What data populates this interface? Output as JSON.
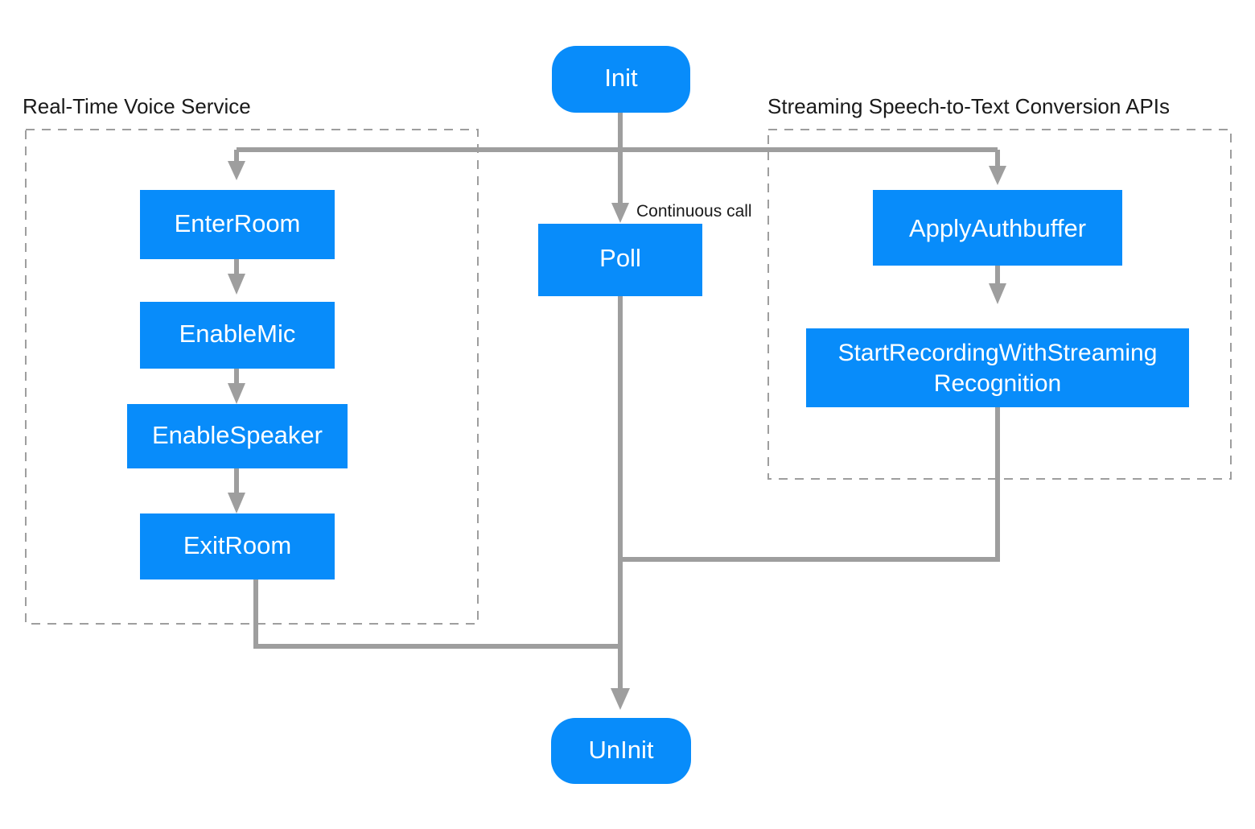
{
  "diagram": {
    "type": "flowchart",
    "background_color": "#ffffff",
    "node_fill_color": "#088cfa",
    "node_text_color": "#ffffff",
    "edge_color": "#9e9e9e",
    "group_border_color": "#9e9e9e",
    "title_text_color": "#1a1a1a"
  },
  "groups": [
    {
      "id": "real-time-voice-service",
      "title": "Real-Time Voice Service"
    },
    {
      "id": "streaming-speech-to-text",
      "title": "Streaming Speech-to-Text Conversion APIs"
    }
  ],
  "nodes": [
    {
      "id": "init",
      "label": "Init",
      "shape": "rounded-pill"
    },
    {
      "id": "enter-room",
      "label": "EnterRoom",
      "shape": "rect"
    },
    {
      "id": "enable-mic",
      "label": "EnableMic",
      "shape": "rect"
    },
    {
      "id": "enable-speaker",
      "label": "EnableSpeaker",
      "shape": "rect"
    },
    {
      "id": "exit-room",
      "label": "ExitRoom",
      "shape": "rect"
    },
    {
      "id": "poll",
      "label": "Poll",
      "shape": "rect"
    },
    {
      "id": "apply-authbuffer",
      "label": "ApplyAuthbuffer",
      "shape": "rect"
    },
    {
      "id": "start-recording-with-streaming-recognition",
      "label": "StartRecordingWithStreamingRecognition",
      "label_line_1": "StartRecordingWithStreaming",
      "label_line_2": "Recognition",
      "shape": "rect"
    },
    {
      "id": "uninit",
      "label": "UnInit",
      "shape": "rounded-pill"
    }
  ],
  "edges": [
    {
      "id": "init-to-enter-room",
      "from": "init",
      "to": "enter-room",
      "label": ""
    },
    {
      "id": "init-to-poll",
      "from": "init",
      "to": "poll",
      "label": "Continuous call"
    },
    {
      "id": "init-to-apply-authbuffer",
      "from": "init",
      "to": "apply-authbuffer",
      "label": ""
    },
    {
      "id": "enter-room-to-enable-mic",
      "from": "enter-room",
      "to": "enable-mic",
      "label": ""
    },
    {
      "id": "enable-mic-to-enable-speaker",
      "from": "enable-mic",
      "to": "enable-speaker",
      "label": ""
    },
    {
      "id": "enable-speaker-to-exit-room",
      "from": "enable-speaker",
      "to": "exit-room",
      "label": ""
    },
    {
      "id": "apply-authbuffer-to-start-recording",
      "from": "apply-authbuffer",
      "to": "start-recording-with-streaming-recognition",
      "label": ""
    },
    {
      "id": "exit-room-to-uninit",
      "from": "exit-room",
      "to": "uninit",
      "label": ""
    },
    {
      "id": "poll-to-uninit",
      "from": "poll",
      "to": "uninit",
      "label": ""
    },
    {
      "id": "start-recording-to-uninit",
      "from": "start-recording-with-streaming-recognition",
      "to": "uninit",
      "label": ""
    }
  ],
  "edge_labels": {
    "continuous_call": "Continuous call"
  }
}
